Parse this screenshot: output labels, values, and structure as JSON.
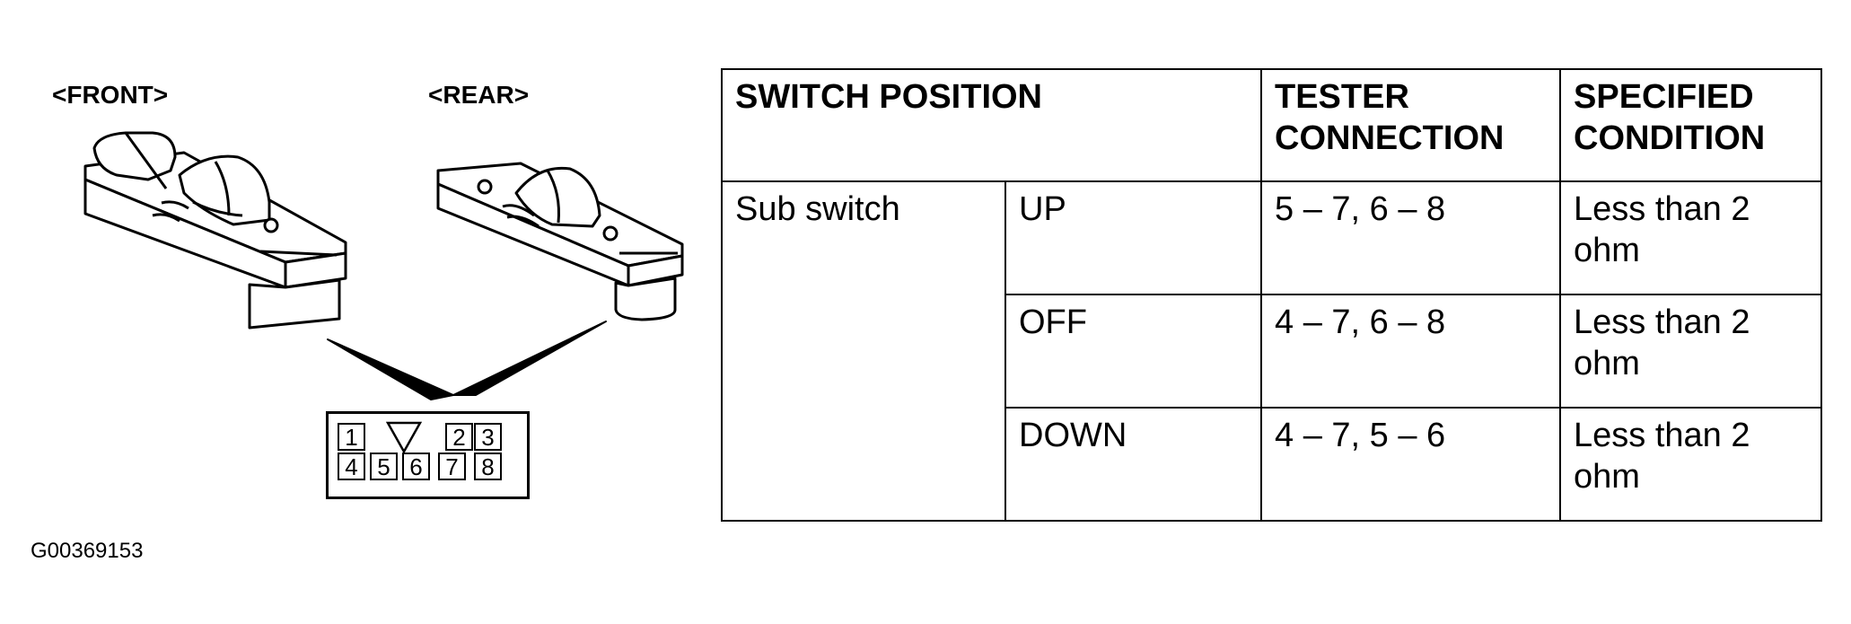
{
  "figure": {
    "front_label": "<FRONT>",
    "rear_label": "<REAR>",
    "figure_code": "G00369153",
    "connector_pins_top": [
      "1",
      "2",
      "3"
    ],
    "connector_pins_bottom": [
      "4",
      "5",
      "6",
      "7",
      "8"
    ]
  },
  "table": {
    "headers": {
      "switch_position": "SWITCH POSITION",
      "tester_connection": "TESTER CONNECTION",
      "specified_condition": "SPECIFIED CONDITION"
    },
    "group_label": "Sub switch",
    "rows": [
      {
        "position": "UP",
        "connection": "5 – 7, 6 – 8",
        "condition": "Less than 2 ohm"
      },
      {
        "position": "OFF",
        "connection": "4 – 7, 6 – 8",
        "condition": "Less than 2 ohm"
      },
      {
        "position": "DOWN",
        "connection": "4 – 7, 5 – 6",
        "condition": "Less than 2 ohm"
      }
    ]
  }
}
